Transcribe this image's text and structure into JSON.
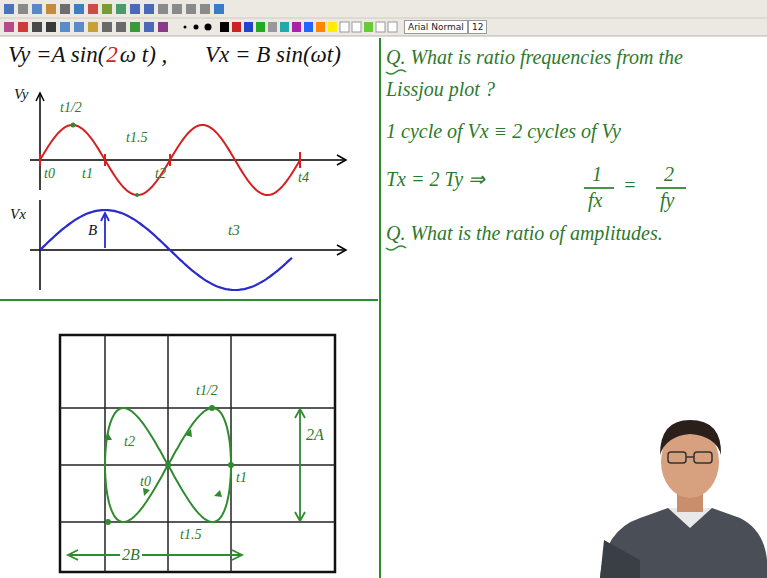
{
  "diagram": {
    "labels": [
      "Arial Normal",
      "12",
      "Vy =A sin(",
      "2",
      "ω t) ,",
      "Vx = B sin(ωt)",
      "Vy",
      "t1/2",
      "t1.5",
      "t0",
      "t1",
      "t2",
      "t4",
      "Vx",
      "B",
      "t3",
      "Q. What is ratio frequencies from the",
      "Lissjou plot ?",
      "1 cycle of Vx ≡ 2 cycles of Vy",
      "Tx = 2 Ty ⇒",
      "1",
      "fx",
      "=",
      "2",
      "fy",
      "Q. What is the ratio of amplitudes.",
      "t1/2",
      "t2",
      "t0",
      "t1",
      "t1.5",
      "2A",
      "2B"
    ]
  }
}
